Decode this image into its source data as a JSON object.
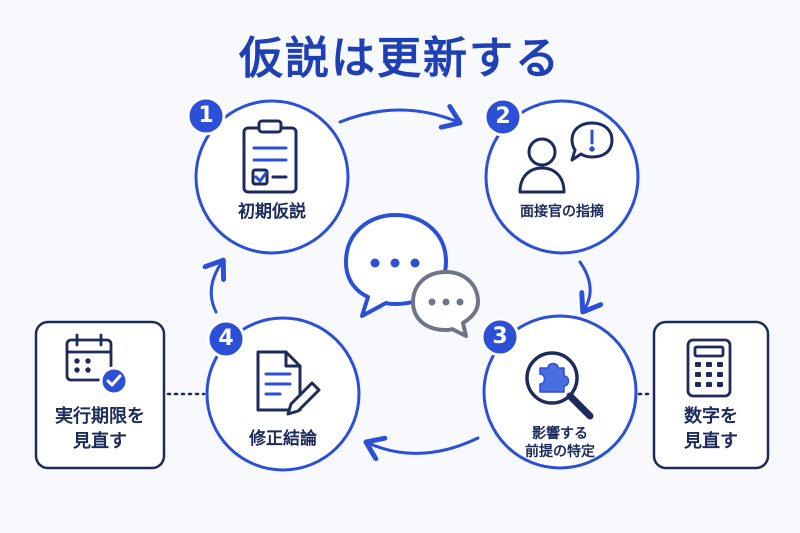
{
  "title": "仮説は更新する",
  "steps": [
    {
      "number": "1",
      "label": "初期仮説",
      "icon": "clipboard-checklist-icon"
    },
    {
      "number": "2",
      "label": "面接官の指摘",
      "icon": "person-alert-icon"
    },
    {
      "number": "3",
      "label_line1": "影響する",
      "label_line2": "前提の特定",
      "icon": "puzzle-magnifier-icon"
    },
    {
      "number": "4",
      "label": "修正結論",
      "icon": "document-pencil-icon"
    }
  ],
  "side_boxes": {
    "left": {
      "line1": "実行期限を",
      "line2": "見直す",
      "icon": "calendar-check-icon"
    },
    "right": {
      "line1": "数字を",
      "line2": "見直す",
      "icon": "calculator-icon"
    }
  },
  "center_icon": "chat-bubbles-icon",
  "colors": {
    "primary": "#2b4fd6",
    "dark": "#1c2b5c",
    "gray": "#6e7686",
    "background": "#f7f9fd"
  }
}
